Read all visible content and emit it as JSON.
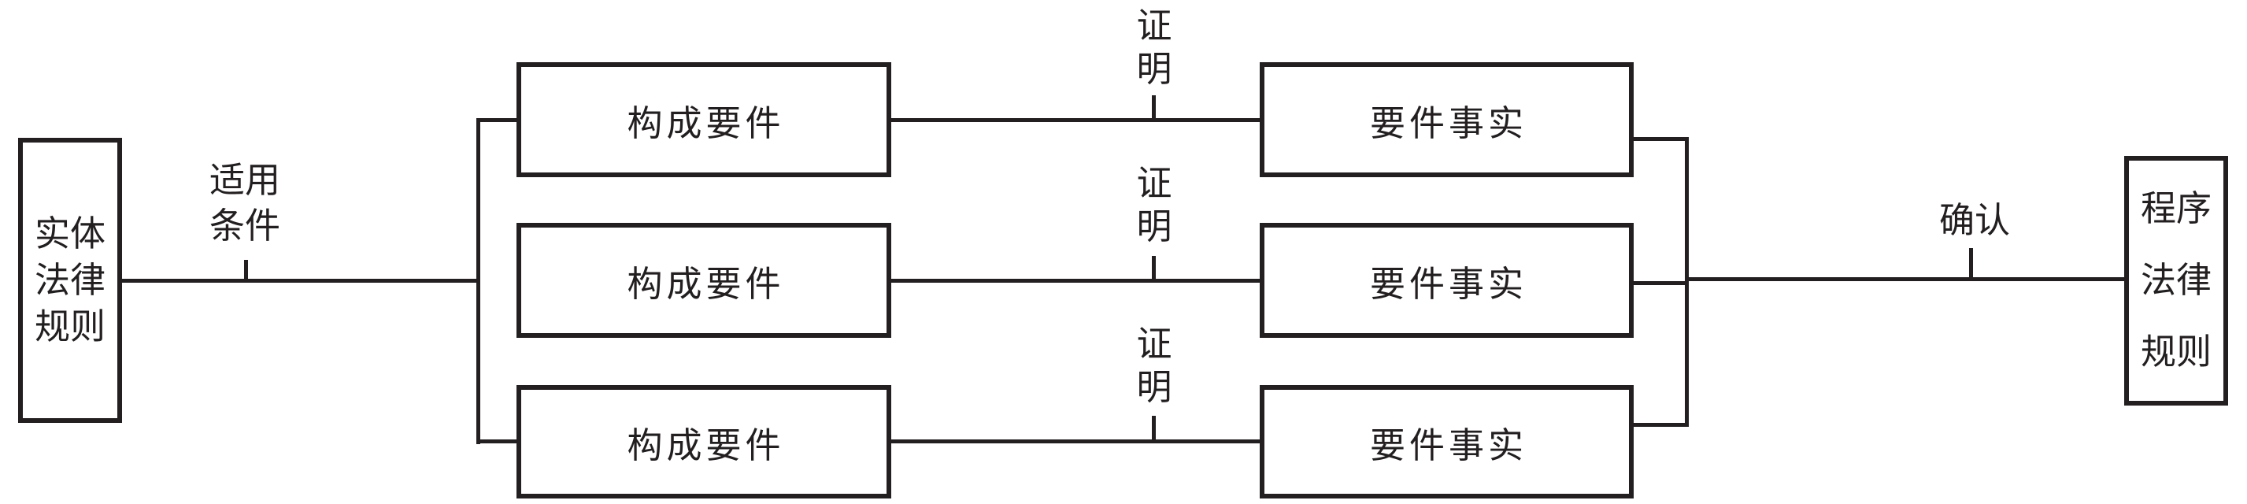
{
  "nodes": {
    "substantive_law_rule": {
      "lines": [
        "实体",
        "法律",
        "规则"
      ]
    },
    "constitutive_elements": [
      {
        "label": "构成要件"
      },
      {
        "label": "构成要件"
      },
      {
        "label": "构成要件"
      }
    ],
    "element_facts": [
      {
        "label": "要件事实"
      },
      {
        "label": "要件事实"
      },
      {
        "label": "要件事实"
      }
    ],
    "procedural_law_rule": {
      "lines": [
        "程序",
        "法律",
        "规则"
      ]
    }
  },
  "edge_labels": {
    "application_condition": {
      "lines": [
        "适用",
        "条件"
      ]
    },
    "proof": [
      {
        "lines": [
          "证",
          "明"
        ]
      },
      {
        "lines": [
          "证",
          "明"
        ]
      },
      {
        "lines": [
          "证",
          "明"
        ]
      }
    ],
    "confirmation": "确认"
  },
  "colors": {
    "ink": "#231f20",
    "background": "#ffffff"
  }
}
